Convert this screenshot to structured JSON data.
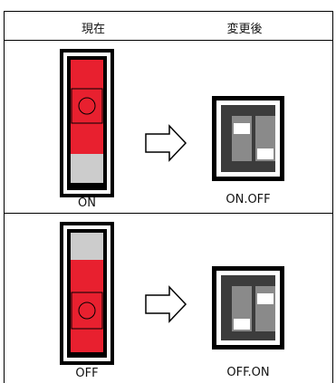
{
  "header": {
    "current_label": "現在",
    "after_label": "変更後"
  },
  "rows": [
    {
      "current_state_label": "ON",
      "after_state_label": "ON.OFF"
    },
    {
      "current_state_label": "OFF",
      "after_state_label": "OFF.ON"
    }
  ],
  "colors": {
    "switch_red": "#e8202f",
    "switch_gray": "#cccccc",
    "dip_dark": "#3c3c3c",
    "dip_slot": "#8a8a8a"
  },
  "icons": [
    "right-arrow-icon"
  ]
}
